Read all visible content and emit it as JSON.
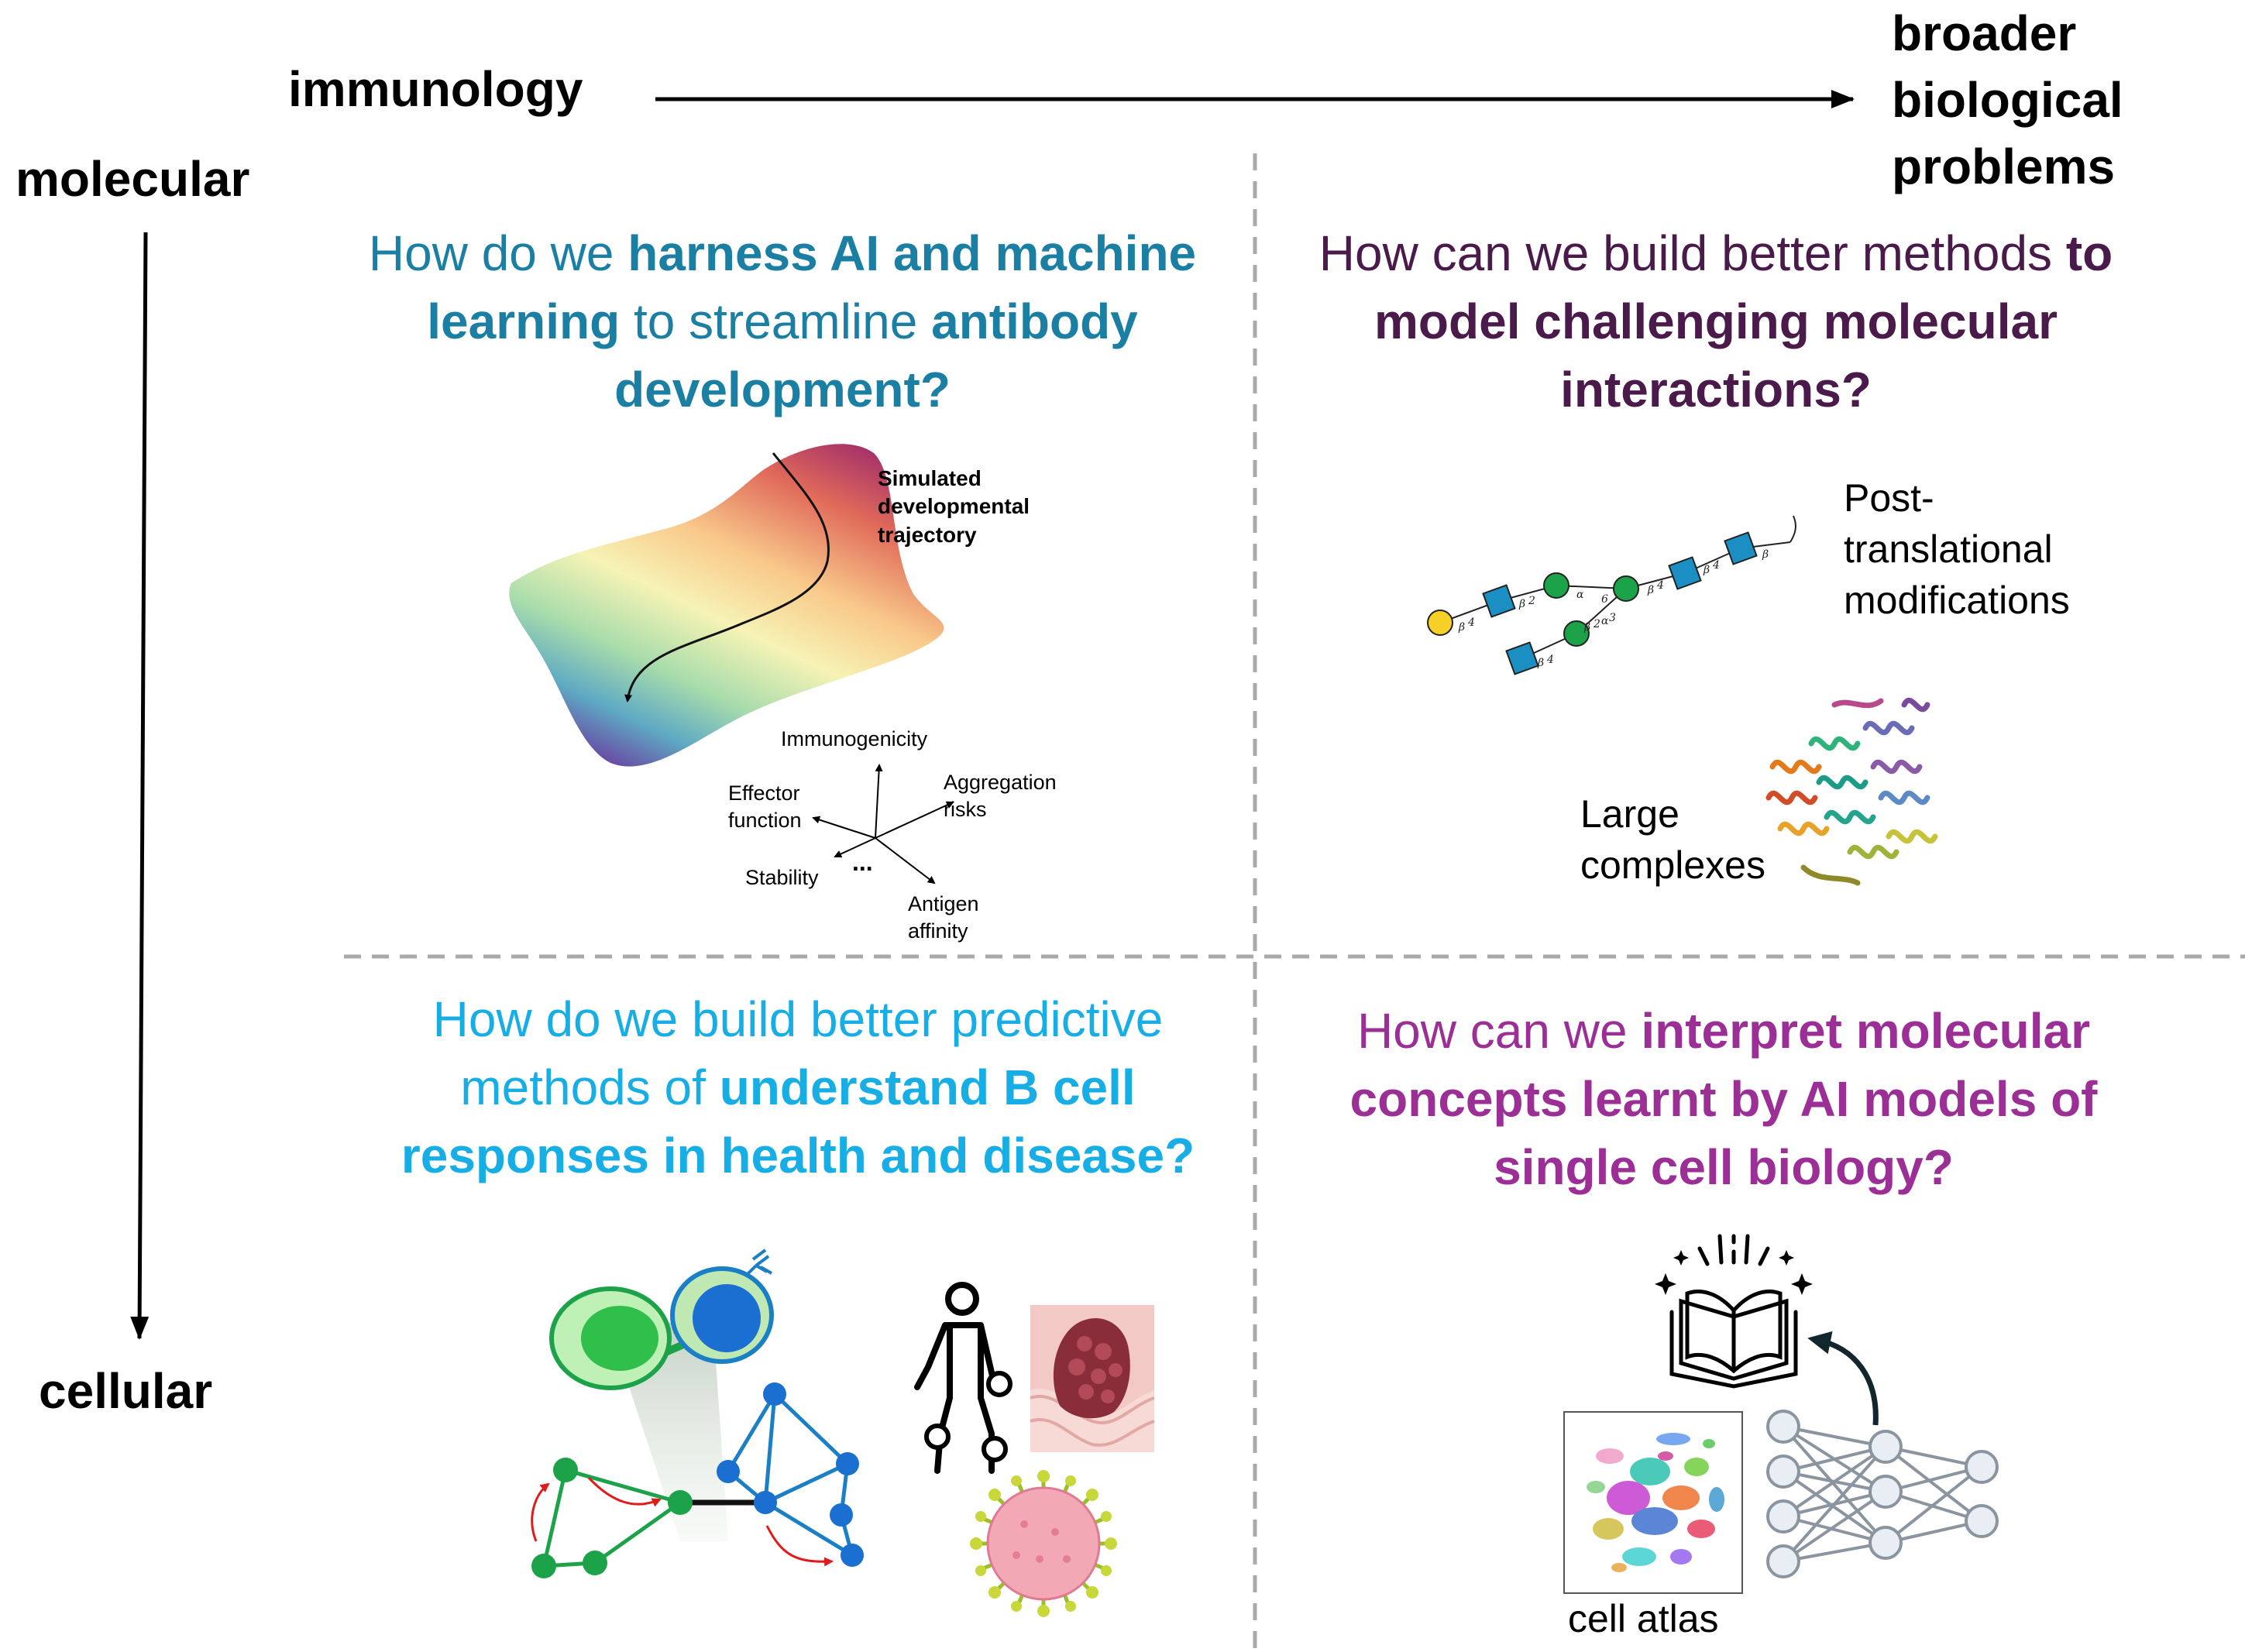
{
  "axes": {
    "x_start": "immunology",
    "x_end": [
      "broader",
      "biological",
      "problems"
    ],
    "y_start": "molecular",
    "y_end": "cellular"
  },
  "quadrants": {
    "top_left": {
      "question": [
        "How do we ",
        "harness AI and machine learning",
        " to streamline ",
        "antibody development?"
      ],
      "landscape_label": [
        "Simulated",
        "developmental",
        "trajectory"
      ],
      "property_axes": [
        "Immunogenicity",
        "Aggregation risks",
        "Effector function",
        "Stability",
        "Antigen affinity"
      ],
      "ellipsis": "..."
    },
    "top_right": {
      "question": [
        "How can we build better methods ",
        "to model challenging molecular interactions?"
      ],
      "ptm_label": [
        "Post-",
        "translational",
        "modifications"
      ],
      "complex_label": [
        "Large",
        "complexes"
      ],
      "glycan_linkages": [
        "β",
        "4",
        "β",
        "2",
        "α",
        "6",
        "β",
        "4",
        "β",
        "4",
        "β",
        "β",
        "4",
        "β",
        "2",
        "α",
        "3"
      ]
    },
    "bottom_left": {
      "question": [
        "How do we build better predictive methods of ",
        "understand B cell responses in health and disease?"
      ]
    },
    "bottom_right": {
      "question": [
        "How can we ",
        "interpret molecular concepts learnt by AI models of single cell biology?"
      ],
      "atlas_label": "cell atlas"
    }
  },
  "colors": {
    "q1": "#1a7fa3",
    "q2": "#4a1a4a",
    "q3": "#17aee6",
    "q4": "#9b2f96",
    "divider": "#aaaaaa"
  }
}
